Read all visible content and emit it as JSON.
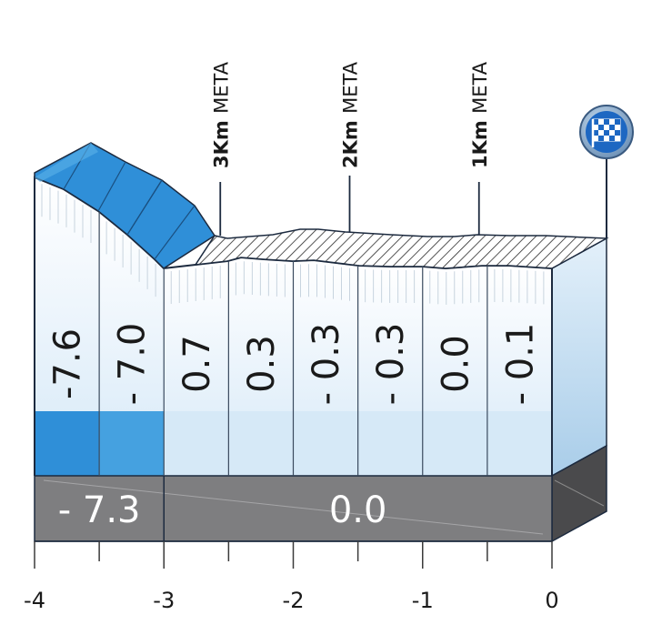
{
  "chart_data": {
    "type": "bar",
    "title": "",
    "x": {
      "ticks": [
        "-4",
        "-3",
        "-2",
        "-1",
        "0"
      ],
      "range": [
        -4,
        0
      ]
    },
    "segments": [
      {
        "from": -4.0,
        "to": -3.5,
        "gradient": "-7.6"
      },
      {
        "from": -3.5,
        "to": -3.0,
        "gradient": "- 7.0"
      },
      {
        "from": -3.0,
        "to": -2.5,
        "gradient": "0.7"
      },
      {
        "from": -2.5,
        "to": -2.0,
        "gradient": "0.3"
      },
      {
        "from": -2.0,
        "to": -1.5,
        "gradient": "- 0.3"
      },
      {
        "from": -1.5,
        "to": -1.0,
        "gradient": "- 0.3"
      },
      {
        "from": -1.0,
        "to": -0.5,
        "gradient": "0.0"
      },
      {
        "from": -0.5,
        "to": 0.0,
        "gradient": "- 0.1"
      }
    ],
    "averages": [
      {
        "from": -4.0,
        "to": -3.0,
        "value": "- 7.3"
      },
      {
        "from": -3.0,
        "to": 0.0,
        "value": "0.0"
      }
    ],
    "markers": [
      {
        "x": -3,
        "label_bold": "3Km",
        "label": "META"
      },
      {
        "x": -2,
        "label_bold": "2Km",
        "label": "META"
      },
      {
        "x": -1,
        "label_bold": "1Km",
        "label": "META"
      }
    ],
    "finish_icon": "checkered-flag-icon",
    "colors": {
      "steep_descent": "#2f8fd8",
      "descent": "#45a1e0",
      "flat": "#d6e9f7",
      "top_face": "#ffffff",
      "side_face": "#b7d6ee",
      "average_band": "#7e7e80",
      "outline": "#1c2a3f"
    }
  }
}
